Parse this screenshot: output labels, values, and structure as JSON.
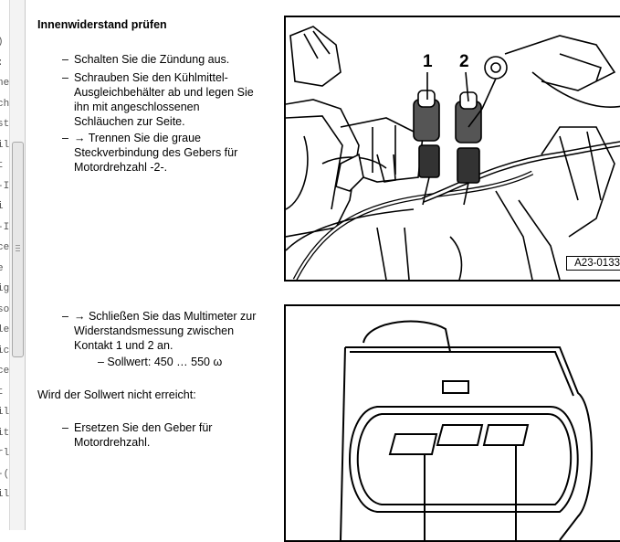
{
  "left_strip_fragments": [
    ")",
    ":",
    "ne",
    "ch",
    "st",
    "il",
    "t",
    "-I",
    "i",
    "-I",
    "ce",
    "e",
    "ig",
    "so",
    "le",
    "ic",
    "ce",
    "t",
    "il",
    "it",
    "rl",
    "-(",
    "il"
  ],
  "section": {
    "heading": "Innenwiderstand prüfen",
    "steps_1": [
      {
        "bullet": "–",
        "lines": [
          "Schalten Sie die Zündung aus."
        ]
      },
      {
        "bullet": "–",
        "lines": [
          "Schrauben Sie den Kühlmittel-",
          "Ausgleichbehälter ab und legen Sie",
          "ihn mit angeschlossenen",
          "Schläuchen zur Seite."
        ]
      },
      {
        "bullet": "–",
        "lines": [
          "→ Trennen Sie die graue",
          "Steckverbindung des Gebers für",
          "Motordrehzahl -2-."
        ]
      }
    ],
    "steps_2": [
      {
        "bullet": "–",
        "lines": [
          "→ Schließen Sie das Multimeter zur",
          "Widerstandsmessung zwischen",
          "Kontakt 1 und 2 an."
        ]
      }
    ],
    "sollwert": "– Sollwert: 450 … 550 ω",
    "condition": "Wird der Sollwert nicht erreicht:",
    "steps_3": [
      {
        "bullet": "–",
        "lines": [
          "Ersetzen Sie den Geber für",
          "Motordrehzahl."
        ]
      }
    ]
  },
  "figure_1": {
    "id_label": "A23-0133",
    "callout_1": "1",
    "callout_2": "2"
  }
}
